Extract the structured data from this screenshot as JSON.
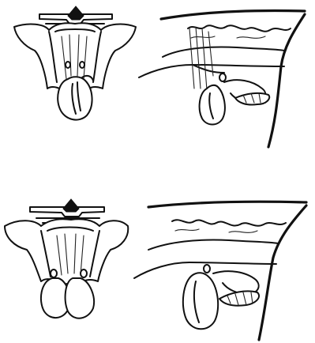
{
  "figure": {
    "panels": [
      {
        "id": "top-left",
        "view": "caudal"
      },
      {
        "id": "top-right",
        "view": "lateral"
      },
      {
        "id": "bottom-left",
        "view": "caudal"
      },
      {
        "id": "bottom-right",
        "view": "lateral"
      }
    ],
    "colors": {
      "ink": "#111111",
      "background": "#ffffff"
    }
  }
}
